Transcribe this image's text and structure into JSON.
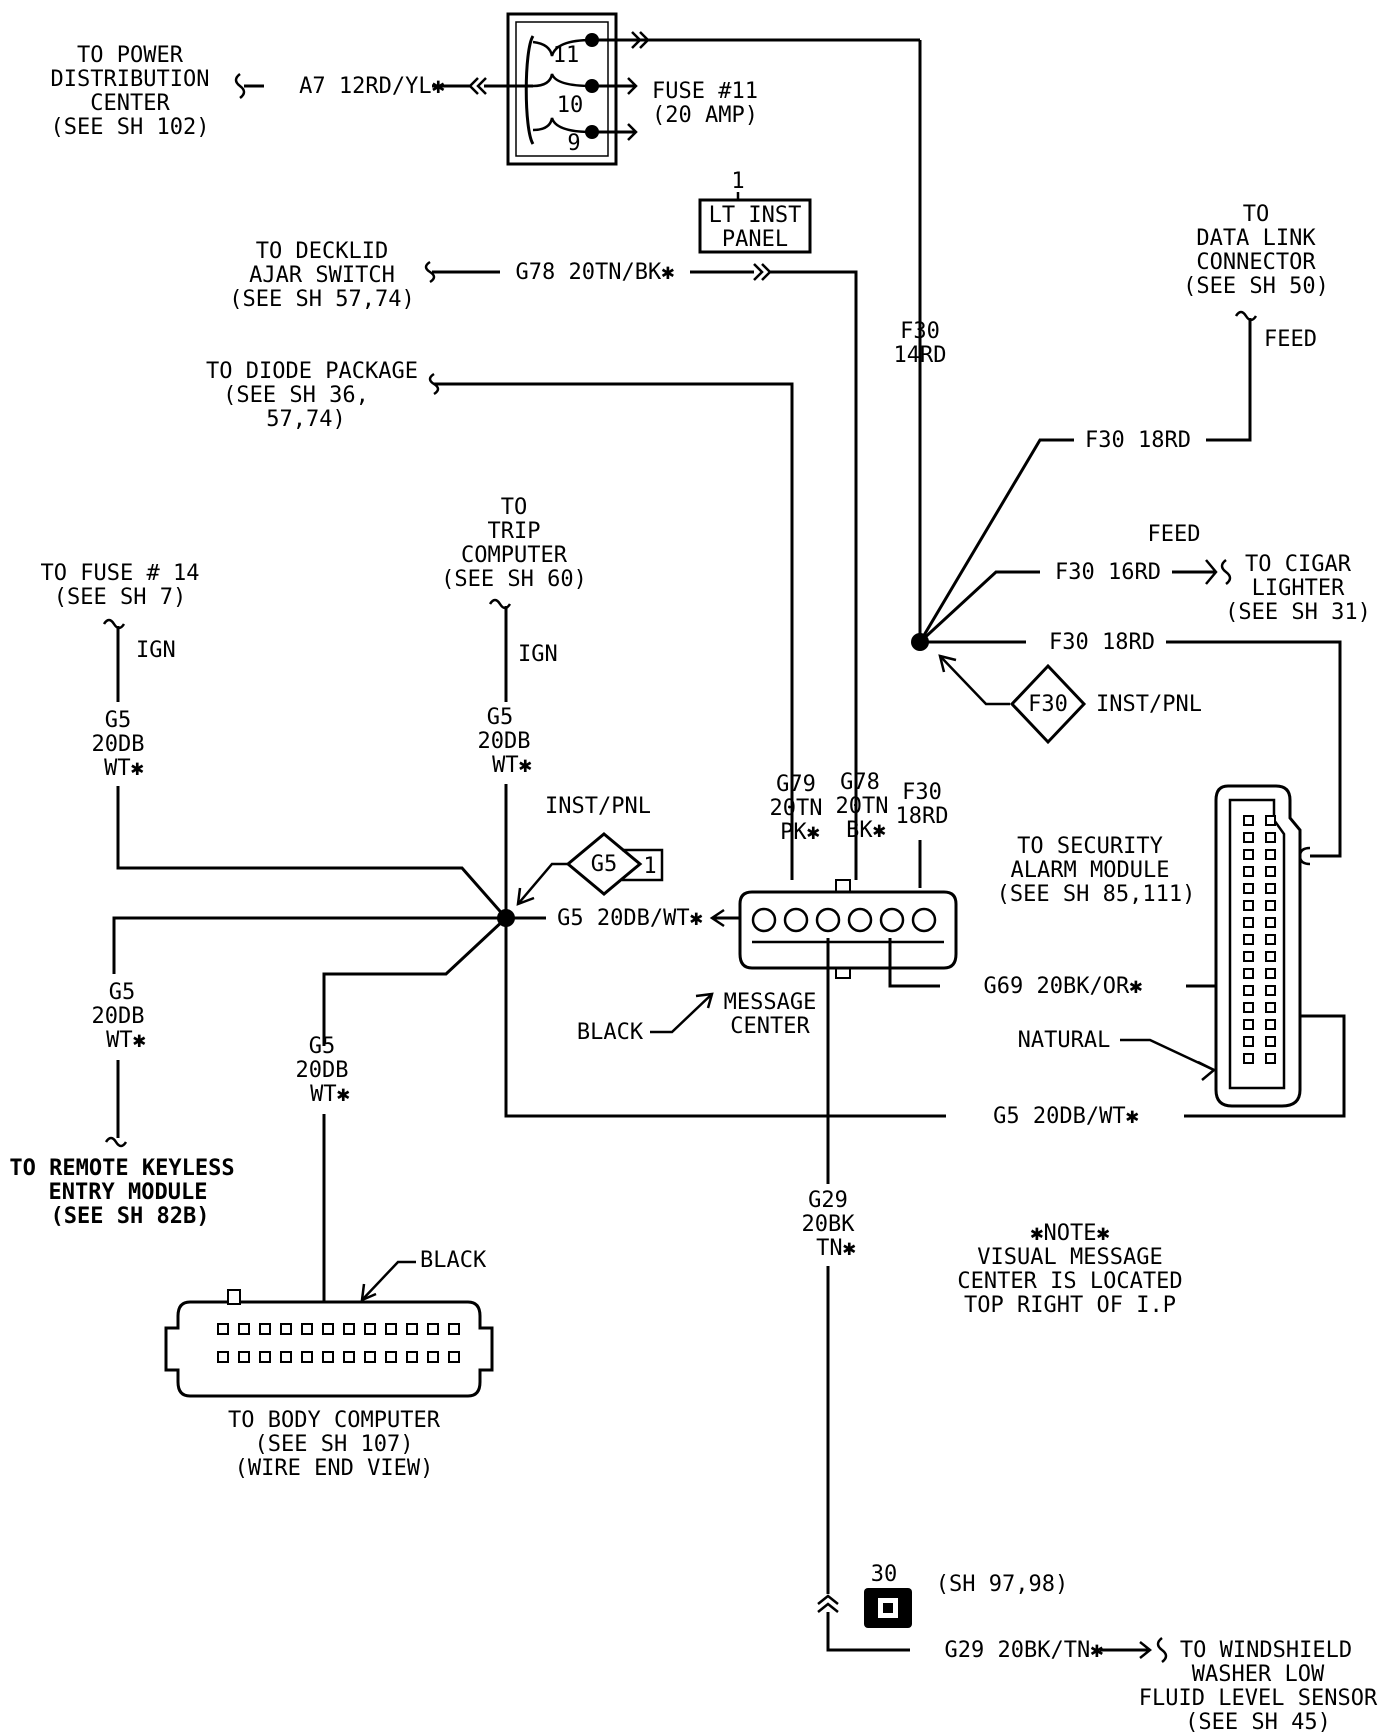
{
  "fuse_block": {
    "left_label": [
      "TO POWER",
      "DISTRIBUTION",
      "CENTER",
      "(SEE SH 102)"
    ],
    "input_wire": "A7 12RD/YL✱",
    "cavities": [
      "11",
      "10",
      "9"
    ],
    "fuse_label": [
      "FUSE #11",
      "(20 AMP)"
    ]
  },
  "decklid": {
    "label": [
      "TO DECKLID",
      "AJAR SWITCH",
      "(SEE SH 57,74)"
    ],
    "wire": "G78 20TN/BK✱",
    "splice_ref": "1",
    "panel_box": [
      "LT INST",
      "PANEL"
    ]
  },
  "diode": {
    "label": [
      "TO DIODE PACKAGE",
      "(SEE SH 36,",
      "57,74)"
    ]
  },
  "data_link": {
    "label": [
      "TO",
      "DATA LINK",
      "CONNECTOR",
      "(SEE SH 50)"
    ],
    "feed": "FEED"
  },
  "f30_main": [
    "F30",
    "14RD"
  ],
  "f30_branches": {
    "upper": "F30 18RD",
    "feed_label": "FEED",
    "cigar_wire": "F30 16RD",
    "cigar_label": [
      "TO CIGAR",
      "LIGHTER",
      "(SEE SH 31)"
    ],
    "security_wire": "F30 18RD",
    "diamond": "F30",
    "diamond_label": "INST/PNL"
  },
  "fuse14": {
    "label": [
      "TO FUSE # 14",
      "(SEE SH 7)"
    ],
    "ign": "IGN",
    "wire": [
      "G5",
      "20DB",
      "WT✱"
    ]
  },
  "trip": {
    "label": [
      "TO",
      "TRIP",
      "COMPUTER",
      "(SEE SH 60)"
    ],
    "ign": "IGN",
    "wire": [
      "G5",
      "20DB",
      "WT✱"
    ]
  },
  "g5_splice": {
    "inst_pnl": "INST/PNL",
    "diamond": "G5",
    "diamond_ref": "1",
    "to_message": "G5 20DB/WT✱",
    "bottom_wire": "G5 20DB/WT✱"
  },
  "message_center": {
    "wires_top": [
      [
        "G79",
        "20TN",
        "PK✱"
      ],
      [
        "G78",
        "20TN",
        "BK✱"
      ],
      [
        "F30",
        "18RD"
      ]
    ],
    "label": [
      "MESSAGE",
      "CENTER"
    ],
    "color": "BLACK",
    "g69": "G69 20BK/OR✱"
  },
  "security": {
    "label": [
      "TO SECURITY",
      "ALARM MODULE",
      "(SEE SH 85,111)"
    ],
    "color": "NATURAL"
  },
  "remote": {
    "wire": [
      "G5",
      "20DB",
      "WT✱"
    ],
    "label": [
      "TO REMOTE KEYLESS",
      "ENTRY MODULE",
      "(SEE SH 82B)"
    ]
  },
  "body_computer": {
    "wire": [
      "G5",
      "20DB",
      "WT✱"
    ],
    "color": "BLACK",
    "label": [
      "TO BODY COMPUTER",
      "(SEE SH 107)",
      "(WIRE END VIEW)"
    ]
  },
  "g29": {
    "wire_vertical": [
      "G29",
      "20BK",
      "TN✱"
    ],
    "ground_num": "30",
    "ground_ref": "(SH 97,98)",
    "wire_horizontal": "G29 20BK/TN✱",
    "washer_label": [
      "TO WINDSHIELD",
      "WASHER LOW",
      "FLUID LEVEL SENSOR",
      "(SEE SH 45)"
    ]
  },
  "note": [
    "✱NOTE✱",
    "VISUAL MESSAGE",
    "CENTER IS LOCATED",
    "TOP RIGHT OF I.P"
  ]
}
